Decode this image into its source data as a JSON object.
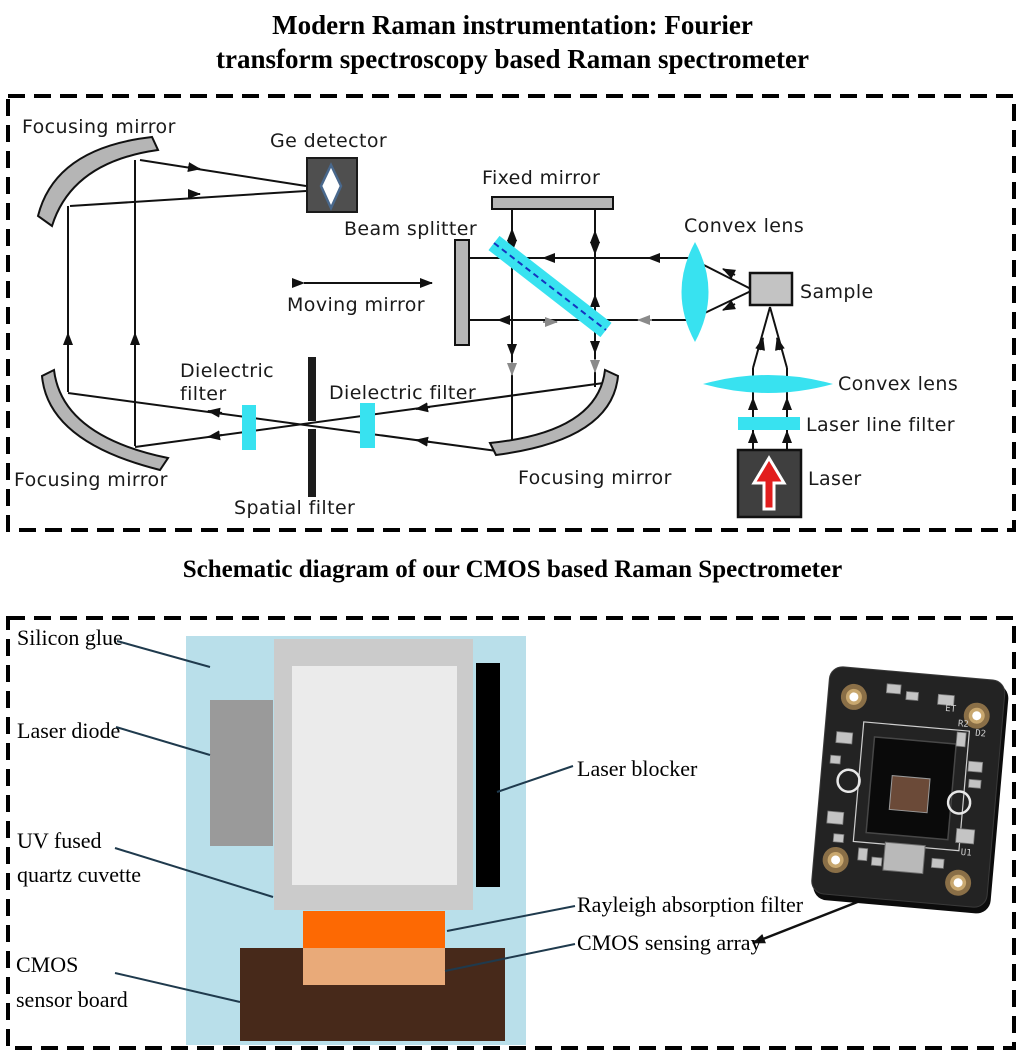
{
  "title_top": {
    "line1": "Modern Raman instrumentation: Fourier",
    "line2": "transform spectroscopy based Raman spectrometer"
  },
  "title_bottom": "Schematic diagram of our CMOS based Raman Spectrometer",
  "ft": {
    "labels": {
      "focusing_mirror": "Focusing mirror",
      "ge_detector": "Ge detector",
      "fixed_mirror": "Fixed mirror",
      "beam_splitter": "Beam splitter",
      "convex_lens": "Convex lens",
      "sample": "Sample",
      "moving_mirror": "Moving mirror",
      "dielectric_l1": "Dielectric",
      "dielectric_l2": "filter",
      "dielectric_right": "Dielectric filter",
      "spatial_filter": "Spatial filter",
      "laser_line_filter": "Laser line filter",
      "laser": "Laser"
    },
    "colors": {
      "cyan": "#38E2F0",
      "mirror_gray": "#b5b5b5",
      "detector_gray": "#4f4f4f",
      "laser_box_gray": "#3f3f3f",
      "sample_gray": "#c3c3c3",
      "laser_red": "#e21d1d",
      "splitter_dash_blue": "#1535c0"
    }
  },
  "cmos": {
    "labels": {
      "silicon_glue": "Silicon glue",
      "laser_diode": "Laser diode",
      "uv_fused_l1": "UV fused",
      "uv_fused_l2": "quartz cuvette",
      "cmos_l1": "CMOS",
      "cmos_l2": "sensor board",
      "laser_blocker": "Laser blocker",
      "rayleigh_filter": "Rayleigh absorption filter",
      "sensing_array": "CMOS sensing array"
    },
    "colors": {
      "silicon_glue_blue": "#b9dfea",
      "laser_diode_gray": "#9a9a9a",
      "cuvette_outer": "#cbcbcb",
      "cuvette_inner": "#ebebeb",
      "blocker_black": "#000000",
      "filter_orange": "#fd6903",
      "array_tan": "#e9aa79",
      "board_brown": "#47291a"
    },
    "pcb_silkscreen": {
      "s1": "ET",
      "s2": "R2",
      "s3": "D2",
      "s4": "U1"
    }
  }
}
